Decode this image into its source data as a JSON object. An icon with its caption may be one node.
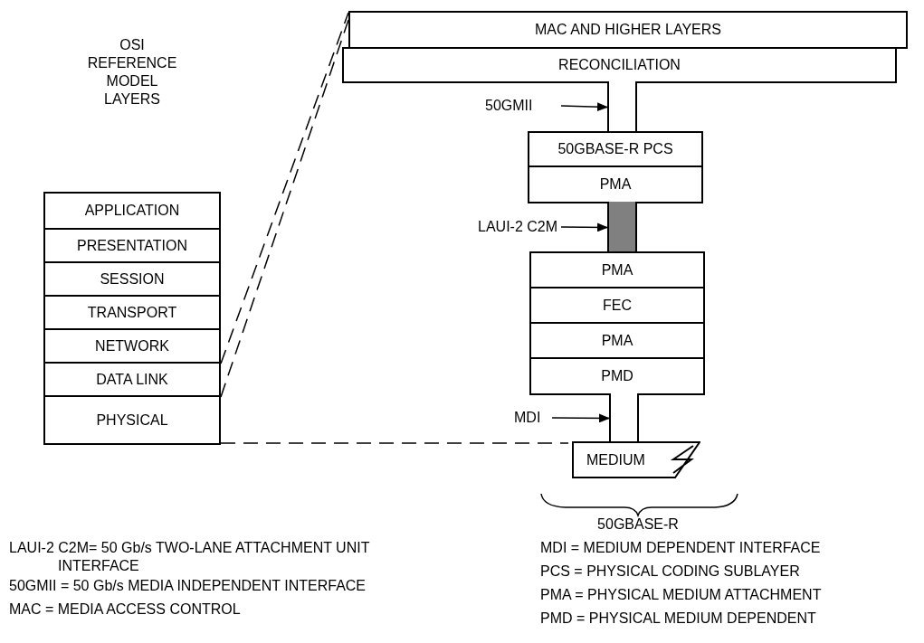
{
  "diagram": {
    "nodes": [
      {
        "text": [
          "OSI REFERENCE MODEL LAYERS"
        ]
      },
      {
        "text": [
          "APPLICATION"
        ],
        "in": 0
      },
      {
        "text": [
          "PRESENTATION"
        ],
        "in": 0
      },
      {
        "text": [
          "SESSION"
        ],
        "in": 0
      },
      {
        "text": [
          "TRANSPORT"
        ],
        "in": 0
      },
      {
        "text": [
          "NETWORK"
        ],
        "in": 0
      },
      {
        "text": [
          "DATA LINK"
        ],
        "in": 0
      },
      {
        "text": [
          "PHYSICAL"
        ],
        "in": 0
      },
      {
        "text": [
          "MAC AND HIGHER LAYERS"
        ]
      },
      {
        "text": [
          "RECONCILIATION"
        ]
      },
      {
        "text": [
          "50GMII"
        ]
      },
      {
        "text": [],
        "shape": "bar"
      },
      {
        "text": [
          "50GBASE-R PCS"
        ]
      },
      {
        "text": [
          "PMA"
        ]
      },
      {
        "text": [
          "LAUI-2 C2M"
        ]
      },
      {
        "text": [],
        "shape": "bar"
      },
      {
        "text": [
          "PMA"
        ]
      },
      {
        "text": [
          "FEC"
        ]
      },
      {
        "text": [
          "PMA"
        ]
      },
      {
        "text": [
          "PMD"
        ]
      },
      {
        "text": [
          "MDI"
        ]
      },
      {
        "text": [],
        "shape": "bar"
      },
      {
        "text": [
          "MEDIUM"
        ]
      }
    ],
    "edges": [
      {
        "from": 10,
        "to": 11,
        "arrow": "to"
      },
      {
        "from": 14,
        "to": 15,
        "arrow": "to"
      },
      {
        "from": 20,
        "to": 21,
        "arrow": "to"
      },
      {
        "from": 6,
        "to": 8,
        "arrow": "none",
        "style": "dashed"
      },
      {
        "from": 7,
        "to": 8,
        "arrow": "none",
        "style": "dashed"
      },
      {
        "from": 7,
        "to": 22,
        "arrow": "none",
        "style": "dashed"
      }
    ],
    "labels": [
      "50GBASE-R",
      "LAUI-2 C2M= 50 Gb/s TWO-LANE ATTACHMENT UNIT INTERFACE",
      "50GMII = 50 Gb/s MEDIA INDEPENDENT INTERFACE",
      "MAC = MEDIA ACCESS CONTROL",
      "MDI = MEDIUM DEPENDENT INTERFACE",
      "PCS = PHYSICAL CODING SUBLAYER",
      "PMA = PHYSICAL MEDIUM ATTACHMENT",
      "PMD = PHYSICAL MEDIUM DEPENDENT"
    ]
  }
}
